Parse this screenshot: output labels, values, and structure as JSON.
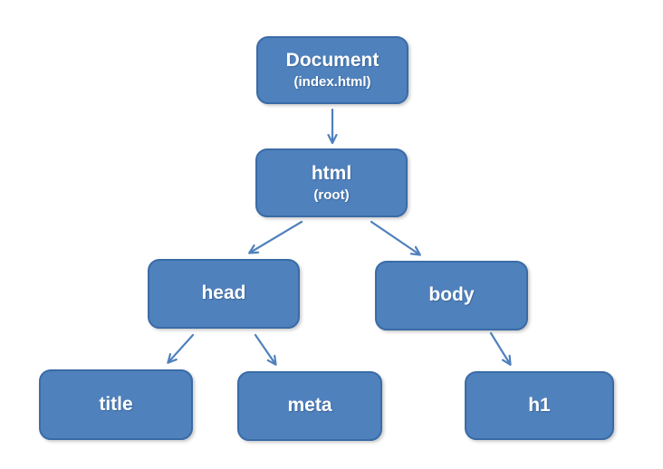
{
  "diagram": {
    "type": "tree",
    "nodes": [
      {
        "id": "document",
        "label": "Document",
        "sublabel": "(index.html)"
      },
      {
        "id": "html",
        "label": "html",
        "sublabel": "(root)"
      },
      {
        "id": "head",
        "label": "head"
      },
      {
        "id": "body",
        "label": "body"
      },
      {
        "id": "title",
        "label": "title"
      },
      {
        "id": "meta",
        "label": "meta"
      },
      {
        "id": "h1",
        "label": "h1"
      }
    ],
    "edges": [
      {
        "from": "Document",
        "to": "html"
      },
      {
        "from": "html",
        "to": "head"
      },
      {
        "from": "html",
        "to": "body"
      },
      {
        "from": "head",
        "to": "title"
      },
      {
        "from": "head",
        "to": "meta"
      },
      {
        "from": "body",
        "to": "h1"
      }
    ],
    "colors": {
      "node_fill": "#4f81bd",
      "node_border": "#3a6ba6",
      "arrow": "#4f81bd",
      "node_text": "#ffffff",
      "background": "#ffffff"
    }
  }
}
